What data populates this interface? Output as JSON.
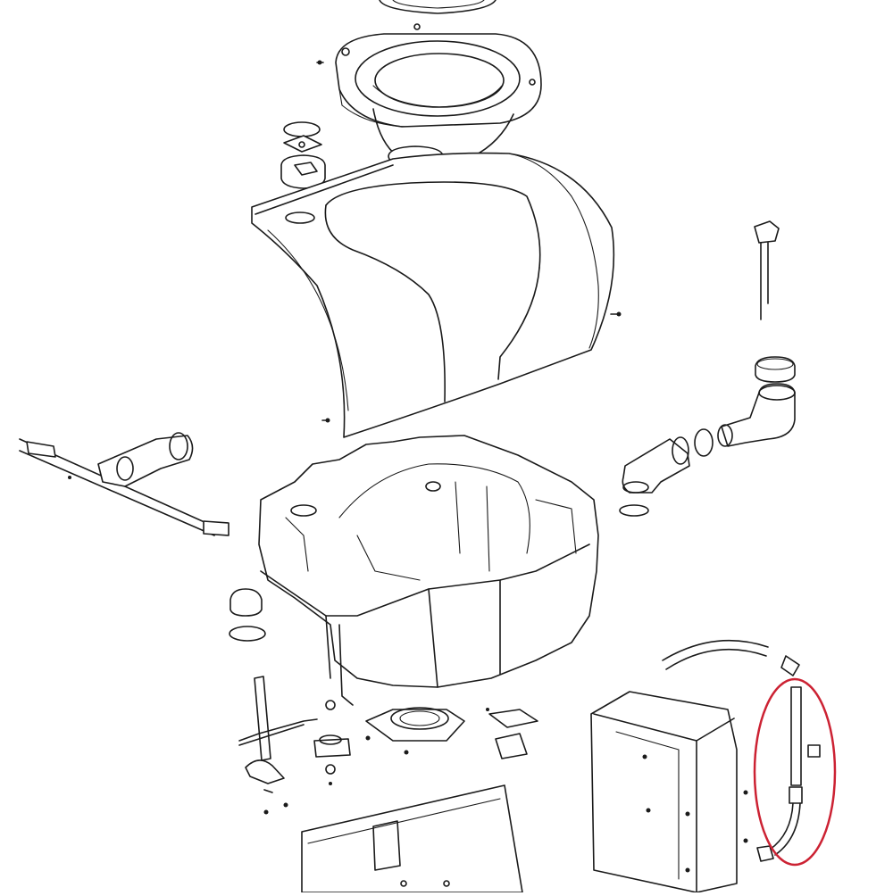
{
  "figure": {
    "type": "exploded-parts-diagram",
    "subject": "toilet-assembly",
    "highlight_color": "#cc2233",
    "line_color": "#1a1a1a",
    "background": "#ffffff"
  },
  "parts": [
    {
      "id": "bowl-seal-ring",
      "icon": "ring-icon"
    },
    {
      "id": "bowl",
      "icon": "bowl-icon"
    },
    {
      "id": "bowl-seal",
      "icon": "gasket-icon"
    },
    {
      "id": "outer-casing",
      "icon": "casing-icon"
    },
    {
      "id": "float-valve",
      "icon": "valve-icon"
    },
    {
      "id": "level-sensor",
      "icon": "sensor-icon"
    },
    {
      "id": "tank-cap",
      "icon": "cap-icon"
    },
    {
      "id": "elbow-pipe",
      "icon": "pipe-icon"
    },
    {
      "id": "flush-pipe",
      "icon": "pipe-icon"
    },
    {
      "id": "main-tank",
      "icon": "tank-icon"
    },
    {
      "id": "drain-cap",
      "icon": "cap-icon"
    },
    {
      "id": "mechanism-shaft",
      "icon": "shaft-icon"
    },
    {
      "id": "flange",
      "icon": "flange-icon"
    },
    {
      "id": "control-box",
      "icon": "box-icon"
    },
    {
      "id": "tube-assembly",
      "icon": "tube-icon",
      "highlighted": true
    },
    {
      "id": "base-plate",
      "icon": "plate-icon"
    }
  ]
}
